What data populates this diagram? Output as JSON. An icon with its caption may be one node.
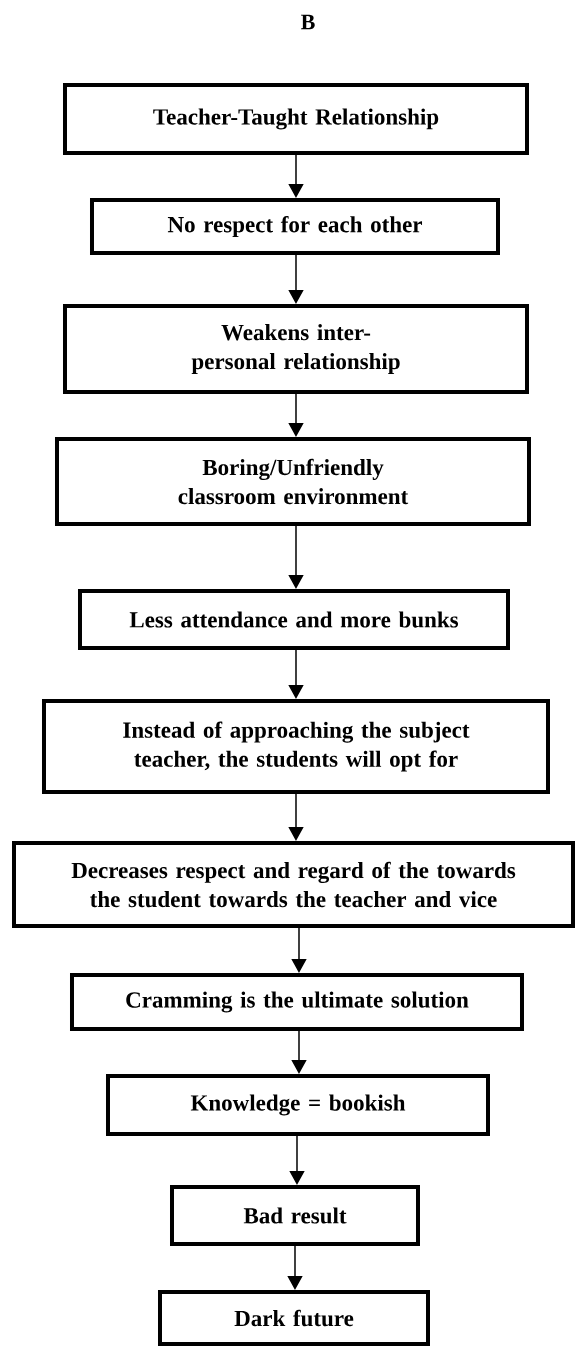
{
  "diagram": {
    "title": "B",
    "nodes": [
      {
        "text": [
          "Teacher-Taught Relationship"
        ]
      },
      {
        "text": [
          "No respect for each other"
        ]
      },
      {
        "text": [
          "Weakens inter-personal relationship"
        ]
      },
      {
        "text": [
          "Boring/Unfriendly classroom environment"
        ]
      },
      {
        "text": [
          "Less attendance and more bunks"
        ]
      },
      {
        "text": [
          "Instead of approaching the subject teacher, the students will opt for"
        ]
      },
      {
        "text": [
          "Decreases respect and regard of the towards the student towards the teacher and vice"
        ]
      },
      {
        "text": [
          "Cramming is the ultimate solution"
        ]
      },
      {
        "text": [
          "Knowledge = bookish"
        ]
      },
      {
        "text": [
          "Bad result"
        ]
      },
      {
        "text": [
          "Dark future"
        ]
      }
    ],
    "edges": [
      {
        "from": 0,
        "to": 1,
        "arrow": "to"
      },
      {
        "from": 1,
        "to": 2,
        "arrow": "to"
      },
      {
        "from": 2,
        "to": 3,
        "arrow": "to"
      },
      {
        "from": 3,
        "to": 4,
        "arrow": "to"
      },
      {
        "from": 4,
        "to": 5,
        "arrow": "to"
      },
      {
        "from": 5,
        "to": 6,
        "arrow": "to"
      },
      {
        "from": 6,
        "to": 7,
        "arrow": "to"
      },
      {
        "from": 7,
        "to": 8,
        "arrow": "to"
      },
      {
        "from": 8,
        "to": 9,
        "arrow": "to"
      },
      {
        "from": 9,
        "to": 10,
        "arrow": "to"
      }
    ]
  }
}
